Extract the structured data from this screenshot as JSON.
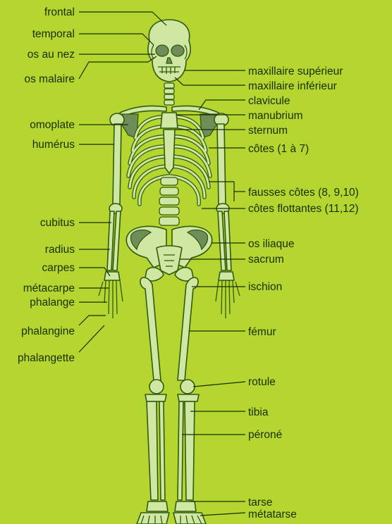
{
  "colors": {
    "background": "#b5d630",
    "bone_fill": "#cfe7a2",
    "bone_stroke": "#2f5b0c",
    "text": "#1c2c00"
  },
  "labels_left": {
    "frontal": "frontal",
    "temporal": "temporal",
    "os_au_nez": "os au nez",
    "os_malaire": "os malaire",
    "omoplate": "omoplate",
    "humerus": "humérus",
    "cubitus": "cubitus",
    "radius": "radius",
    "carpes": "carpes",
    "metacarpe": "métacarpe",
    "phalange": "phalange",
    "phalangine": "phalangine",
    "phalangette": "phalangette"
  },
  "labels_right": {
    "maxillaire_superieur": "maxillaire supérieur",
    "maxillaire_inferieur": "maxillaire inférieur",
    "clavicule": "clavicule",
    "manubrium": "manubrium",
    "sternum": "sternum",
    "cotes_1_7": "côtes (1 à 7)",
    "fausses_cotes": "fausses côtes (8, 9,10)",
    "cotes_flottantes": "côtes flottantes (11,12)",
    "os_iliaque": "os iliaque",
    "sacrum": "sacrum",
    "ischion": "ischion",
    "femur": "fémur",
    "rotule": "rotule",
    "tibia": "tibia",
    "perone": "péroné",
    "tarse": "tarse",
    "metatarse": "métatarse"
  }
}
